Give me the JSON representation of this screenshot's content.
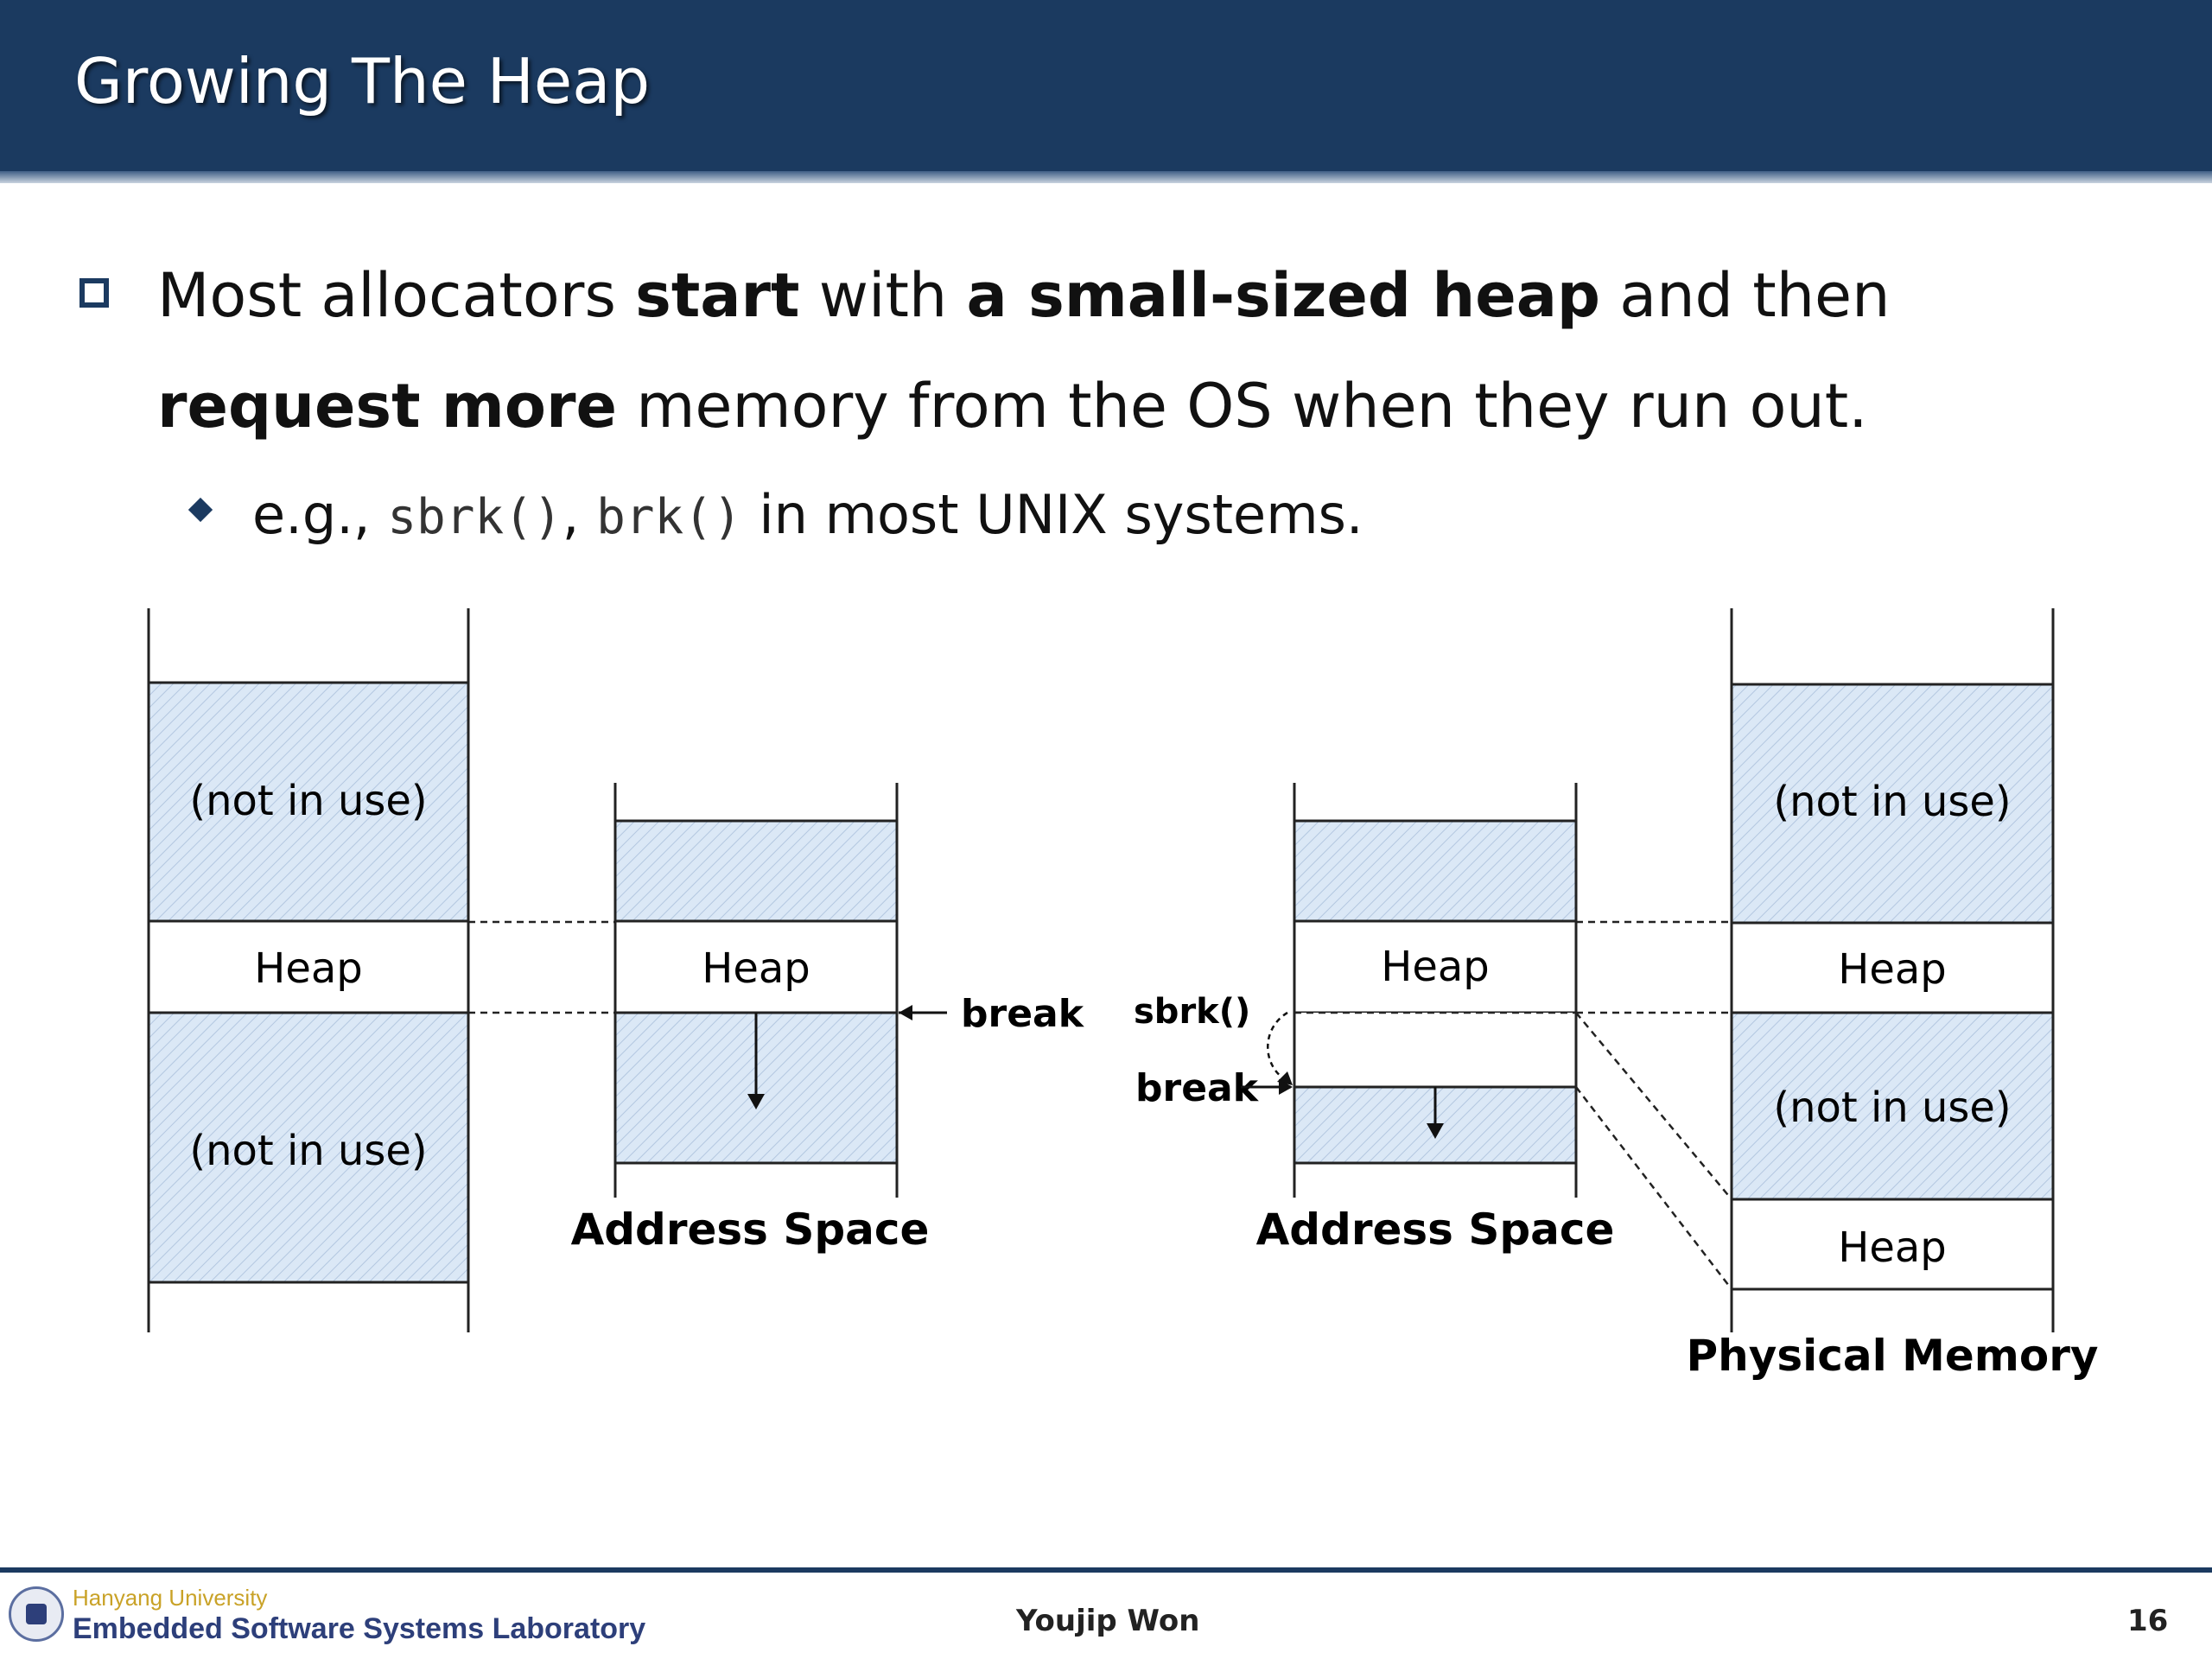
{
  "slide": {
    "title": "Growing The Heap",
    "page_number": "16",
    "author": "Youjip Won"
  },
  "bullet": {
    "parts": [
      {
        "text": "Most allocators ",
        "bold": false
      },
      {
        "text": "start",
        "bold": true
      },
      {
        "text": " with ",
        "bold": false
      },
      {
        "text": "a small-sized heap",
        "bold": true
      },
      {
        "text": " and then ",
        "bold": false
      },
      {
        "text": "request more",
        "bold": true
      },
      {
        "text": " memory from the OS when they run out.",
        "bold": false
      }
    ]
  },
  "sub_bullet": {
    "prefix": "e.g., ",
    "code1": "sbrk()",
    "sep": ", ",
    "code2": "brk()",
    "suffix": " in most UNIX systems."
  },
  "diagram": {
    "not_in_use_label": "(not in use)",
    "heap_label": "Heap",
    "address_space_label": "Address Space",
    "physical_memory_label": "Physical Memory",
    "break_label": "break",
    "sbrk_label": "sbrk()",
    "hatch_color": "#dbe8f6"
  },
  "footer": {
    "university": "Hanyang University",
    "lab": "Embedded Software Systems Laboratory"
  },
  "colors": {
    "title_bar": "#1b3a60",
    "accent": "#1b3a60",
    "hatch_fill": "#dbe8f6"
  }
}
